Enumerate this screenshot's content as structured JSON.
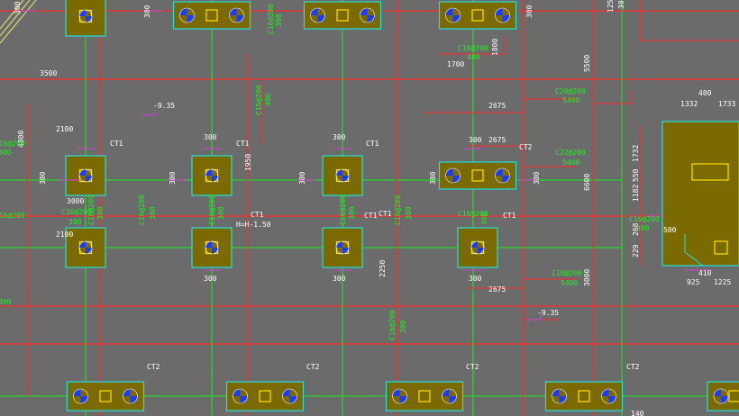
{
  "canvas": {
    "background": "#6b6b6b"
  },
  "colors": {
    "axis_red": "#ff2a2a",
    "axis_green": "#2bd62b",
    "pile_cap_fill": "#7a6a00",
    "pile_cap_stroke": "#22e0e0",
    "rebar_text_green": "#22ee22",
    "dim_text_white": "#ffffff",
    "dim_line_magenta": "#d040d0",
    "pile_blue": "#1b3bff",
    "pile_square": "#ffe000"
  },
  "dimensions": {
    "top_300_a": "300",
    "top_300_b": "300",
    "top_300_c": "300",
    "left_3500": "3500",
    "left_2100_top": "2100",
    "left_4800": "4800",
    "left_300_row": "300",
    "left_3000": "3000",
    "left_2100_mid": "2100",
    "dim_1700": "1700",
    "dim_1800": "1800",
    "dim_2675_a": "2675",
    "dim_2675_b": "2675",
    "dim_2675_c": "2675",
    "dim_5500": "5500",
    "dim_6600": "6600",
    "dim_3000_v": "3000",
    "dim_300_c2": "300",
    "dim_300_c3": "300",
    "dim_300_c4": "300",
    "dim_300_c2_bot": "300",
    "dim_300_c3_bot": "300",
    "dim_300_c4_bot": "300",
    "dim_300_left_c2": "300",
    "dim_300_left_c3": "300",
    "dim_300_left_c4": "300",
    "dim_300_right_c4": "300",
    "dim_1950": "1950",
    "dim_2250": "2250",
    "dim_1332": "1332",
    "dim_400_r": "400",
    "dim_1733": "1733",
    "dim_1732": "1732",
    "dim_550": "550",
    "dim_1182": "1182",
    "dim_268": "268",
    "dim_229": "229",
    "dim_500_r": "500",
    "dim_410": "410",
    "dim_925": "925",
    "dim_1225": "1225",
    "dim_125": "125",
    "dim_300_v_right": "300",
    "dim_140": "140"
  },
  "rebar": {
    "c16_200_400_top": "C16@200",
    "top_400": "400",
    "c16_200_400_top2": "C16@200",
    "top_300_v": "300",
    "c16_200_v": "C16@200",
    "v_400": "400",
    "c20_200": "C20@200",
    "c20_5400": "5400",
    "c22_200": "C22@200",
    "c22_5400": "5400",
    "c18_200_bot": "C18@200",
    "c18_5400": "5400",
    "c16_300_left": "C16@200",
    "c16_300_left_b": "300",
    "c16_v_a": "C16@200",
    "v_300_a": "300",
    "c16_v_b": "C16@200",
    "v_300_b": "300",
    "c16_v_c": "C16@200",
    "v_300_c": "300",
    "c16_v_d": "C16@200",
    "v_300_d": "300",
    "c16_v_e": "C16@200",
    "v_300_e": "300",
    "c16_v_f": "C16@200",
    "v_300_f": "300",
    "c16_v_bot": "C16@200",
    "v_300_bot": "300",
    "left_edge_c": "C16@200",
    "left_edge_300": "300",
    "left_edge_c2": "C16@200",
    "left_edge_300b": "300",
    "right_c16": "C16@200",
    "right_300": "300"
  },
  "labels": {
    "ct1_a": "CT1",
    "ct1_b": "CT1",
    "ct1_c": "CT1",
    "ct2_a": "CT2",
    "ct1_d": "CT1",
    "ct1_e": "CT1",
    "ct1_f": "CT1",
    "ct1_g": "CT1",
    "ct2_b1": "CT2",
    "ct2_b2": "CT2",
    "ct2_b3": "CT2",
    "ct2_b4": "CT2",
    "elevation_note": "H=H-1.50",
    "level_1": "-9.35",
    "level_2": "-9.35"
  }
}
